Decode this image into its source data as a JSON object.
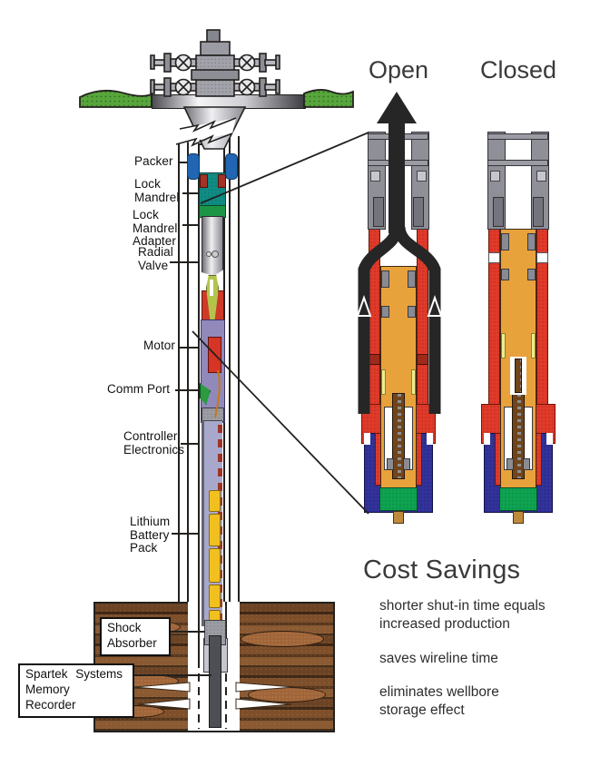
{
  "main_diagram": {
    "labels": {
      "packer": "Packer",
      "lock_mandrel": "Lock Mandrel",
      "lock_mandrel_adapter": "Lock Mandrel Adapter",
      "radial_valve": "Radial Valve",
      "motor": "Motor",
      "comm_port": "Comm Port",
      "controller_electronics": "Controller Electronics",
      "lithium_battery_pack": "Lithium Battery Pack",
      "shock_absorber": "Shock Absorber",
      "recorder_line1": "Spartek  Systems",
      "recorder_line2": "Memory  Recorder"
    }
  },
  "detail_views": {
    "open_label": "Open",
    "closed_label": "Closed",
    "flow_icon": "up-arrow"
  },
  "cost_savings": {
    "title": "Cost Savings",
    "items": [
      "shorter shut-in time equals increased production",
      "saves wireline time",
      "eliminates wellbore storage effect"
    ]
  },
  "palette": {
    "valve_body_red": "#df3a2a",
    "piston_orange": "#e8a23c",
    "bottom_navy": "#32329a",
    "bottom_green": "#0ea351",
    "lock_mandrel_teal": "#0f8c83",
    "packer_blue": "#2066b2",
    "electronics_lavender": "#a8a8cc",
    "battery_yellow": "#f1c01f",
    "earth_brown": "#5e3c24",
    "ground_green": "#58a53c",
    "flow_black": "#262626"
  }
}
